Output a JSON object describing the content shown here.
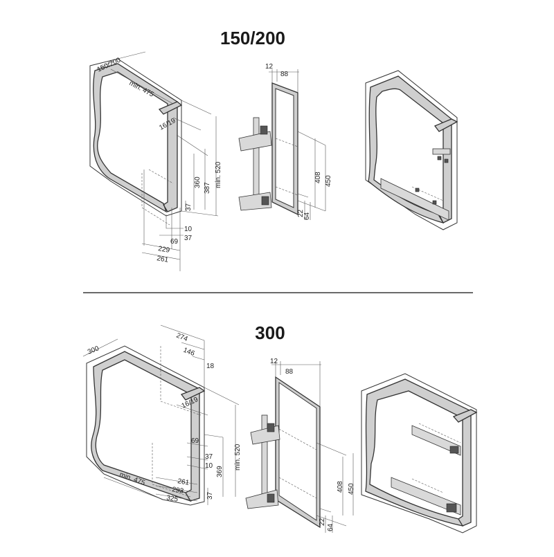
{
  "titles": {
    "top": "150/200",
    "bottom": "300"
  },
  "top_section": {
    "cabinet_dims": [
      "150/200",
      "min. 475",
      "16/19",
      "360",
      "387",
      "min. 520",
      "37",
      "10",
      "69",
      "37",
      "229",
      "261"
    ],
    "side_dims": [
      "12",
      "88",
      "408",
      "450",
      "22",
      "64"
    ]
  },
  "bottom_section": {
    "cabinet_dims": [
      "300",
      "274",
      "146",
      "18",
      "16/19",
      "69",
      "37",
      "10",
      "369",
      "min. 520",
      "min. 475",
      "261",
      "293",
      "325",
      "37"
    ],
    "side_dims": [
      "12",
      "88",
      "408",
      "450",
      "22",
      "64"
    ]
  }
}
